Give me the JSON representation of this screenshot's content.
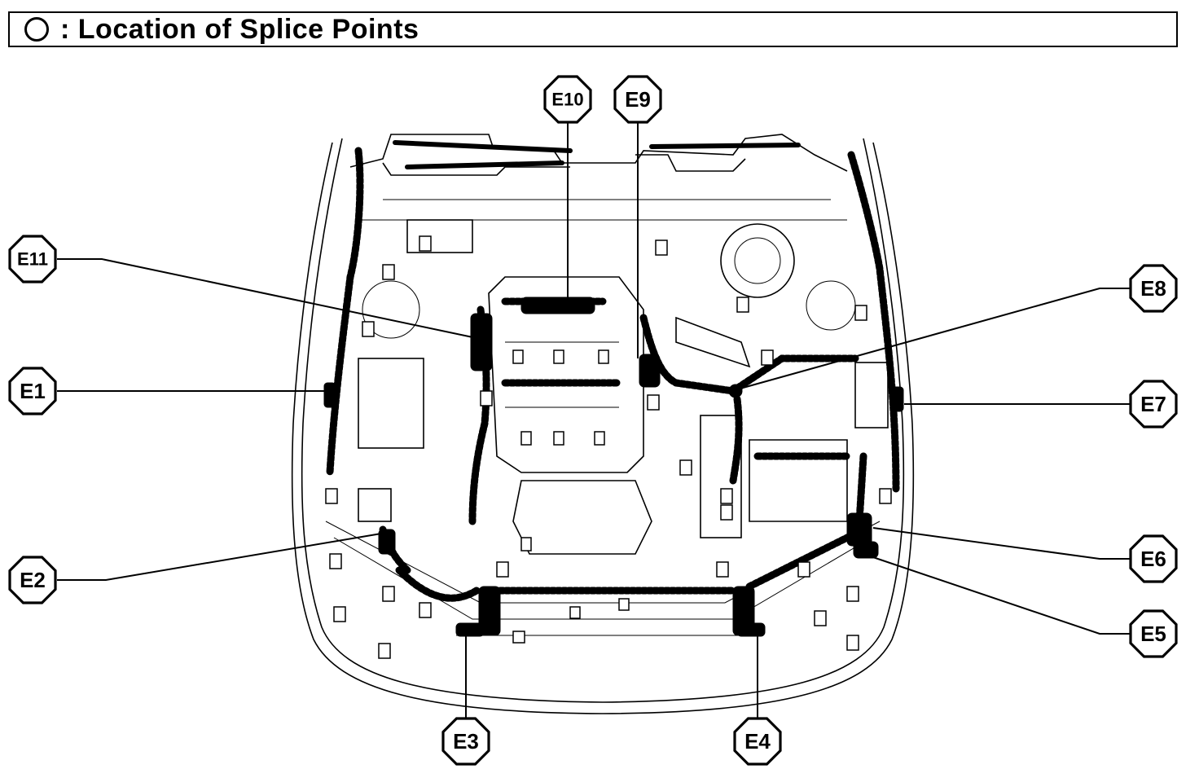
{
  "header": {
    "separator": ":",
    "title": "Location of Splice Points"
  },
  "labels": [
    "E1",
    "E2",
    "E3",
    "E4",
    "E5",
    "E6",
    "E7",
    "E8",
    "E9",
    "E10",
    "E11"
  ]
}
